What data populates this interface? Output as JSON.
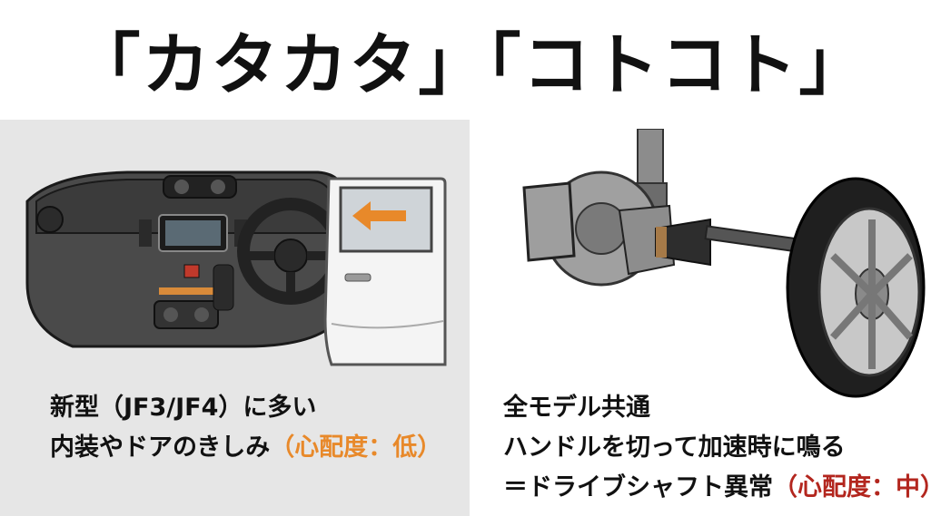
{
  "title": "「カタカタ」「コトコト」",
  "left": {
    "line1": "新型（JF3/JF4）に多い",
    "line2_main": "内装やドアのきしみ",
    "line2_note": "（心配度：低）",
    "note_color": "#e8892a",
    "illustration": "dashboard-and-sliding-door-illustration",
    "arrow_icon": "arrow-left-icon"
  },
  "right": {
    "line1": "全モデル共通",
    "line2": "ハンドルを切って加速時に鳴る",
    "line3_main": "＝ドライブシャフト異常",
    "line3_note": "（心配度：中）",
    "note_color": "#b3261e",
    "illustration": "wheel-and-drive-shaft-illustration"
  }
}
